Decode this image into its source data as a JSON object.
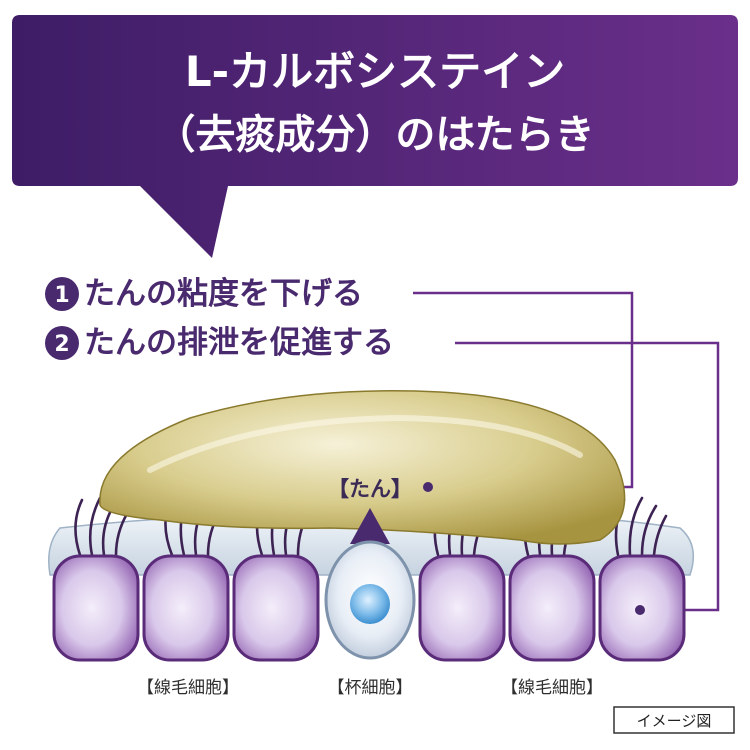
{
  "title": {
    "line1": "L-カルボシステイン",
    "line2": "（去痰成分）のはたらき"
  },
  "points": [
    {
      "number": "1",
      "text": "たんの粘度を下げる"
    },
    {
      "number": "2",
      "text": "たんの排泄を促進する"
    }
  ],
  "labels": {
    "sputum": "【たん】",
    "ciliated_cells_left": "【線毛細胞】",
    "goblet_cell": "【杯細胞】",
    "ciliated_cells_right": "【線毛細胞】"
  },
  "note": "イメージ図",
  "colors": {
    "title_box": "#4b2472",
    "point_text": "#4a2a6e",
    "leader_line": "#6a2f8a",
    "cell_body": "#d7c6e6",
    "cell_outline": "#5a2b78",
    "goblet": "#6fb4e6",
    "sputum": "#c8b86a"
  }
}
